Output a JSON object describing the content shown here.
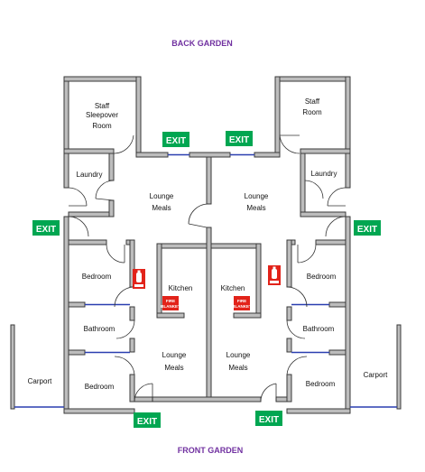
{
  "labels": {
    "back_garden": "BACK GARDEN",
    "front_garden": "FRONT GARDEN",
    "exit": "EXIT",
    "staff_sleepover": [
      "Staff",
      "Sleepover",
      "Room"
    ],
    "staff_room": [
      "Staff",
      "Room"
    ],
    "laundry": "Laundry",
    "lounge_meals": [
      "Lounge",
      "Meals"
    ],
    "kitchen": "Kitchen",
    "bedroom": "Bedroom",
    "bathroom": "Bathroom",
    "carport": "Carport",
    "fire_blanket": [
      "FIRE",
      "BLANKET"
    ]
  },
  "colors": {
    "exit_sign": "#00a651",
    "garden_text": "#7030a0",
    "fire_equipment": "#e2231a",
    "window": "#2a3fb0",
    "wall_fill": "#bdbdbd"
  }
}
